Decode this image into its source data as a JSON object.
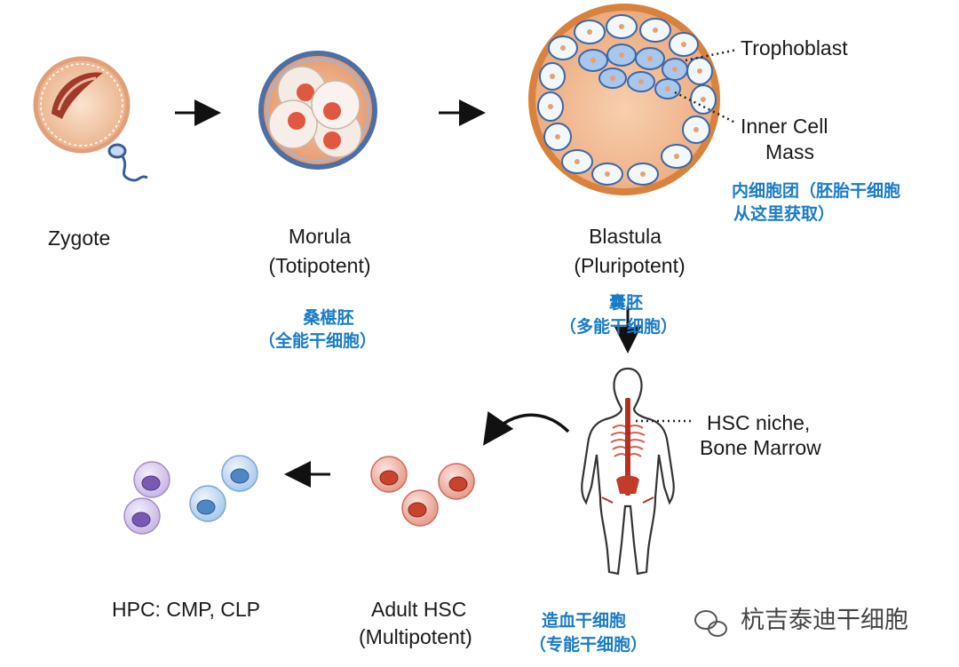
{
  "stages": {
    "zygote": {
      "label": "Zygote"
    },
    "morula": {
      "label": "Morula",
      "potency": "(Totipotent)",
      "cn_name": "桑椹胚",
      "cn_potency": "（全能干细胞）"
    },
    "blastula": {
      "label": "Blastula",
      "potency": "(Pluripotent)",
      "cn_name": "囊胚",
      "cn_potency": "（多能干细胞）"
    },
    "adult_hsc": {
      "label": "Adult HSC",
      "potency": "(Multipotent)",
      "cn_name": "造血干细胞",
      "cn_potency": "（专能干细胞）"
    },
    "hpc": {
      "label": "HPC: CMP, CLP"
    }
  },
  "annotations": {
    "trophoblast": "Trophoblast",
    "inner_cell_mass_1": "Inner Cell",
    "inner_cell_mass_2": "Mass",
    "icm_cn_1": "内细胞团（胚胎干细胞",
    "icm_cn_2": "从这里获取）",
    "niche_1": "HSC niche,",
    "niche_2": "Bone Marrow"
  },
  "watermark": {
    "text": "杭吉泰迪干细胞",
    "icon": "wechat-icon"
  },
  "colors": {
    "chinese_text": "#1a7cc8",
    "cell_red": "#e06a55",
    "cell_purple": "#9a7cc6",
    "cell_blue": "#6aa0d8",
    "blastula_rim": "#d9823d"
  }
}
